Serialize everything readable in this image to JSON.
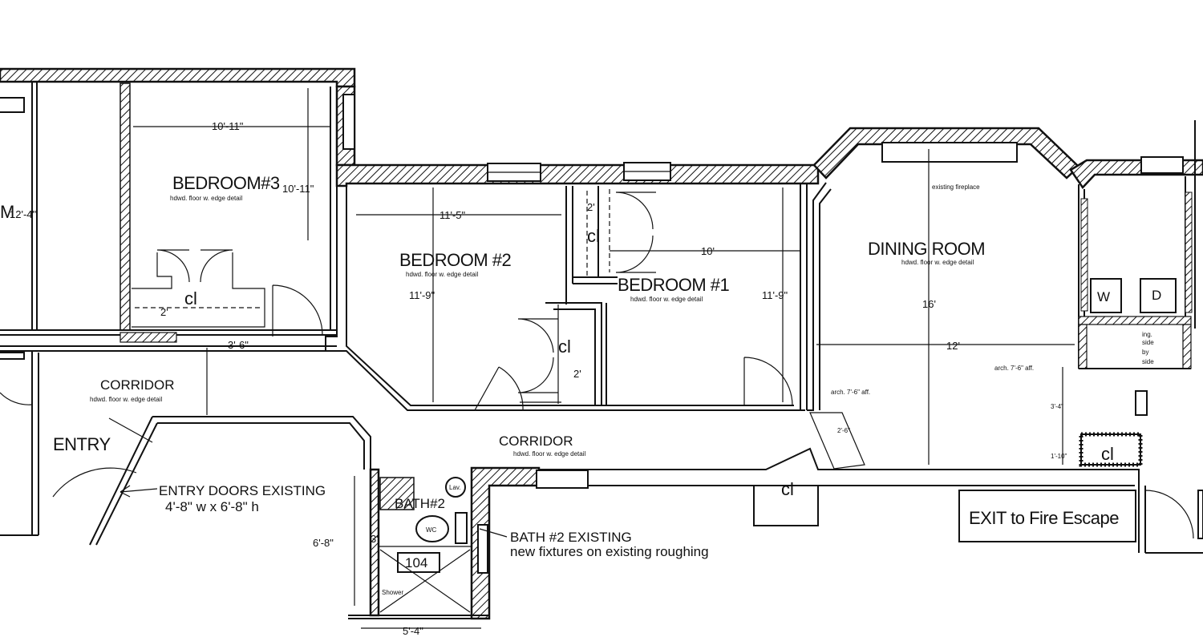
{
  "rooms": {
    "bedroom3": "BEDROOM#3",
    "bedroom2": "BEDROOM #2",
    "bedroom1": "BEDROOM #1",
    "dining": "DINING ROOM",
    "corridor_left": "CORRIDOR",
    "corridor_main": "CORRIDOR",
    "entry": "ENTRY",
    "bath2": "BATH#2",
    "partial_room": "M",
    "room_104": "104"
  },
  "floor_notes": {
    "bedroom3": "hdwd. floor w. edge detail",
    "bedroom2": "hdwd. floor w. edge detail",
    "bedroom1": "hdwd. floor w. edge detail",
    "dining": "hdwd. floor w. edge detail",
    "corridor_left": "hdwd. floor w. edge detail",
    "corridor_main": "hdwd. floor w. edge detail"
  },
  "dimensions": {
    "bed3_width": "10'-11\"",
    "bed3_depth": "10'-11\"",
    "partial_room": "12'-4\"",
    "bed2_width": "11'-5\"",
    "bed2_depth": "11'-9\"",
    "bed1_width": "10'",
    "bed1_depth": "11'-9\"",
    "closet_a": "2'",
    "closet_b": "2'",
    "closet_c": "2'",
    "opening": "3'-6\"",
    "dining_depth": "16'",
    "dining_width": "12'",
    "bath_height": "6'-8\"",
    "bath_width": "5'-4\"",
    "bath_side": "3'",
    "small_a": "3'-4\"",
    "small_b": "1'-10\"",
    "arch_width": "2'-6\""
  },
  "closet_label": "cl",
  "fixtures": {
    "washer": "W",
    "dryer": "D",
    "wc": "WC",
    "lav": "Lav.",
    "shower": "Shower",
    "fireplace": "existing fireplace",
    "ing_side": "ing.",
    "side_by": "side",
    "by": "by",
    "side_by_side": "side"
  },
  "notes": {
    "entry_doors_title": "ENTRY DOORS EXISTING",
    "entry_doors_size": "4'-8\" w x 6'-8\" h",
    "bath_existing_title": "BATH #2 EXISTING",
    "bath_existing_sub": "new fixtures on existing roughing",
    "arch_left": "arch. 7'-6\" aff.",
    "arch_right": "arch. 7'-6\" aff.",
    "exit": "EXIT to Fire Escape"
  },
  "colors": {
    "ink": "#111111",
    "paper": "#ffffff"
  }
}
